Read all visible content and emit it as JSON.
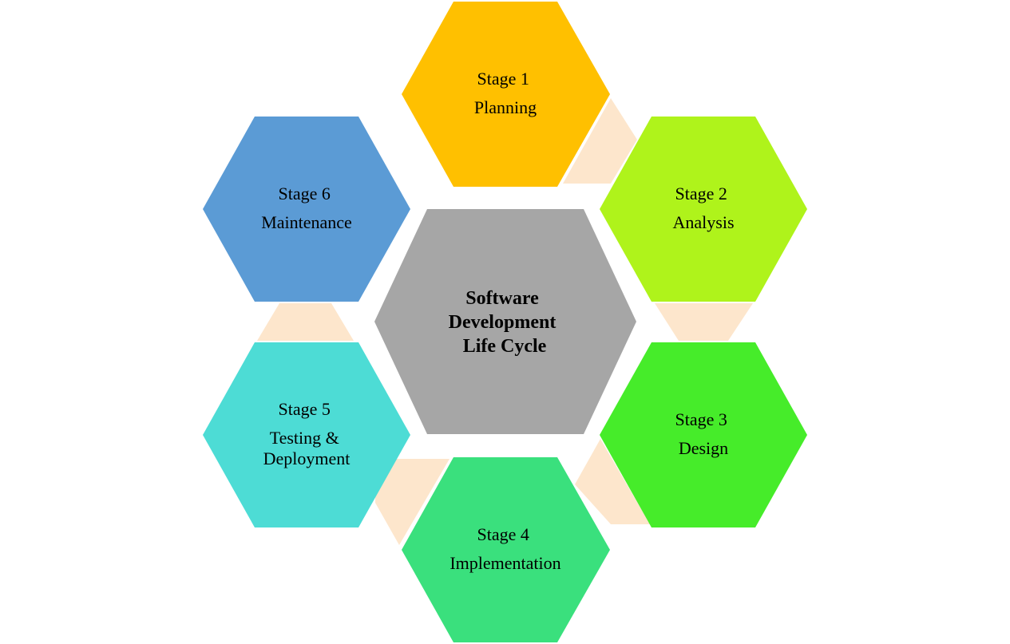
{
  "center": {
    "lines": [
      "Software",
      "Development",
      "Life Cycle"
    ],
    "color": "#a6a6a6"
  },
  "stages": [
    {
      "stage": "Stage 1",
      "name_lines": [
        "Planning"
      ],
      "color": "#ffc000"
    },
    {
      "stage": "Stage 2",
      "name_lines": [
        "Analysis"
      ],
      "color": "#aff31b"
    },
    {
      "stage": "Stage 3",
      "name_lines": [
        "Design"
      ],
      "color": "#46ec2a"
    },
    {
      "stage": "Stage 4",
      "name_lines": [
        "Implementation"
      ],
      "color": "#3ae07d"
    },
    {
      "stage": "Stage 5",
      "name_lines": [
        "Testing &",
        "Deployment"
      ],
      "color": "#4ddcd5"
    },
    {
      "stage": "Stage 6",
      "name_lines": [
        "Maintenance"
      ],
      "color": "#5b9bd5"
    }
  ],
  "connector_color": "#fde6cc"
}
